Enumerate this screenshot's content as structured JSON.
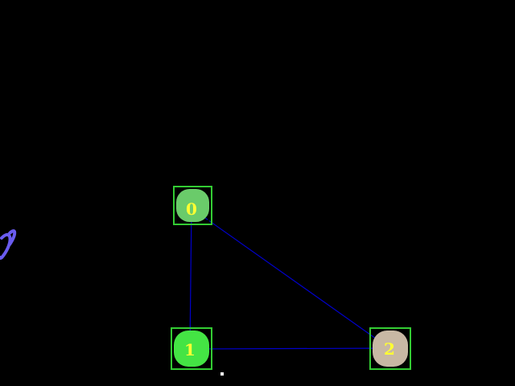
{
  "colors": {
    "background": "#000000",
    "edge": "#0000cc",
    "node_border": "#33cc33",
    "label": "#ffff33",
    "scribble": "#6a5cf0",
    "cursor": "#ffffff"
  },
  "graph": {
    "nodes": [
      {
        "id": "node-0",
        "label": "0",
        "fill": "#6acb6a"
      },
      {
        "id": "node-1",
        "label": "1",
        "fill": "#44e444"
      },
      {
        "id": "node-2",
        "label": "2",
        "fill": "#c8b8a4"
      }
    ],
    "edges": [
      {
        "from": 0,
        "to": 1
      },
      {
        "from": 0,
        "to": 2
      },
      {
        "from": 1,
        "to": 2
      }
    ]
  },
  "decorations": {
    "scribble_icon": "pen-stroke-scribble",
    "cursor_icon": "dot-cursor"
  }
}
